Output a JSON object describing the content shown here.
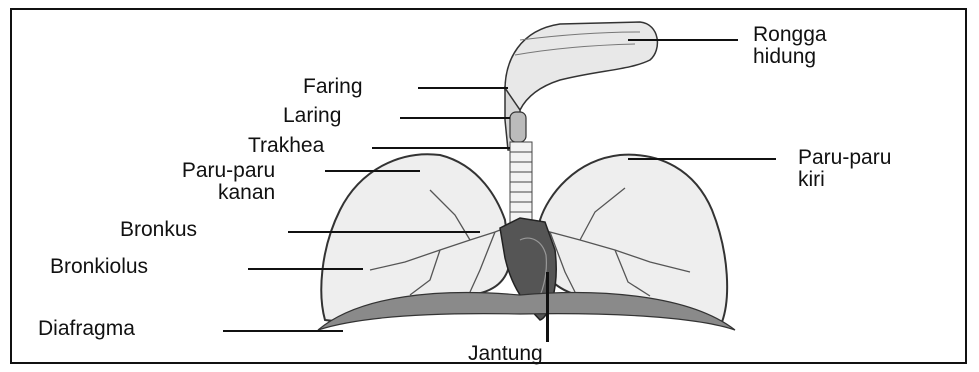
{
  "labels": {
    "rongga_hidung": [
      "Rongga",
      "hidung"
    ],
    "faring": "Faring",
    "laring": "Laring",
    "trakhea": "Trakhea",
    "paru_kanan": [
      "Paru-paru",
      "kanan"
    ],
    "paru_kiri": [
      "Paru-paru",
      "kiri"
    ],
    "bronkus": "Bronkus",
    "bronkiolus": "Bronkiolus",
    "diafragma": "Diafragma",
    "jantung": "Jantung"
  },
  "colors": {
    "ink": "#111111",
    "lung_fill": "#eeeeee",
    "heart_fill": "#555555",
    "diaphragm_fill": "#8a8a8a"
  }
}
